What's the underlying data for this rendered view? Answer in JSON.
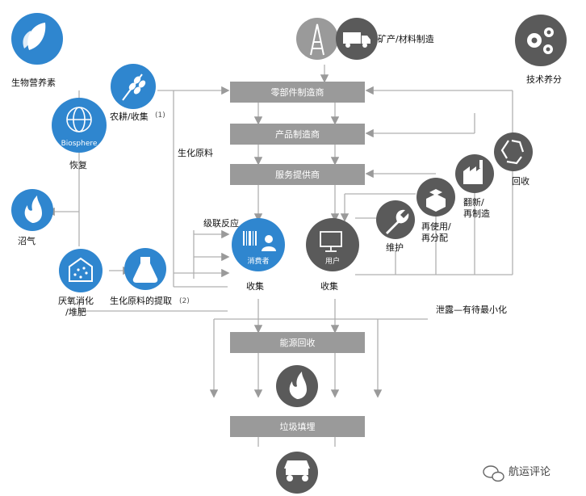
{
  "colors": {
    "blue": "#2f86cf",
    "dark_gray": "#5a5a5a",
    "mid_gray": "#9a9a9a",
    "line_gray": "#b0b0b0"
  },
  "nodes": {
    "bio_nutrients": "生物营养素",
    "farming": "农耕/收集",
    "farming_note": "(1)",
    "biosphere_circle": "Biosphere",
    "restore": "恢复",
    "biogas": "沼气",
    "anaerobic": "厌氧消化\n/堆肥",
    "biochem_extract": "生化原料的提取",
    "biochem_extract_note": "(2)",
    "biochem_feedstock": "生化原料",
    "cascade": "级联反应",
    "consumer_circle": "消费者",
    "consumer_collect": "收集",
    "user_circle": "用户",
    "user_collect": "收集",
    "mining": "矿产/材料制造",
    "tech_nutrients": "技术养分",
    "maintain": "维护",
    "reuse": "再使用/\n再分配",
    "refurbish": "翻新/\n再制造",
    "recycle": "回收",
    "leakage": "泄露—有待最小化",
    "watermark": "航运评论"
  },
  "bars": {
    "parts_maker": "零部件制造商",
    "product_maker": "产品制造商",
    "service_provider": "服务提供商",
    "energy_recovery": "能源回收",
    "landfill": "垃圾填埋"
  },
  "icons": [
    "leaf-icon",
    "wheat-icon",
    "globe-icon",
    "flame-icon",
    "compost-icon",
    "flask-icon",
    "oil-rig-icon",
    "truck-icon",
    "gears-icon",
    "recycle-icon",
    "factory-icon",
    "boxes-icon",
    "wrench-icon",
    "barcode-consumer-icon",
    "user-monitor-icon",
    "fire-icon",
    "dump-truck-icon",
    "wechat-icon"
  ]
}
